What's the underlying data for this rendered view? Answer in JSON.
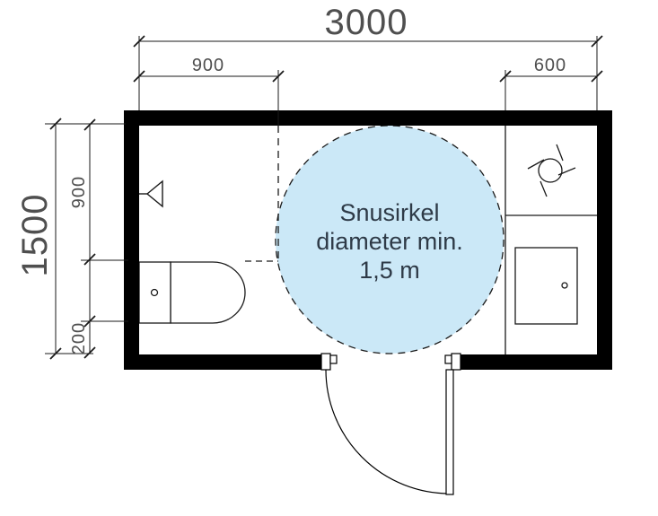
{
  "diagram": {
    "type": "bathroom-floor-plan",
    "turning_circle": {
      "line1": "Snusirkel",
      "line2": "diameter min.",
      "line3": "1,5 m",
      "fill": "#cbe8f7",
      "text_color": "#2e3a47"
    },
    "dimensions": {
      "width_total": "3000",
      "shower_width": "900",
      "right_section_width": "600",
      "depth_total": "1500",
      "shower_depth": "900",
      "toilet_clearance": "200"
    },
    "fixtures": {
      "toilet": "toilet",
      "washbasin": "washbasin",
      "shower": "shower-drain",
      "appliance": "washing-machine",
      "door": "outward-swinging-door"
    },
    "colors": {
      "wall": "#000000",
      "line": "#1a1a1a",
      "dimension_text": "#4f4f4f"
    }
  }
}
